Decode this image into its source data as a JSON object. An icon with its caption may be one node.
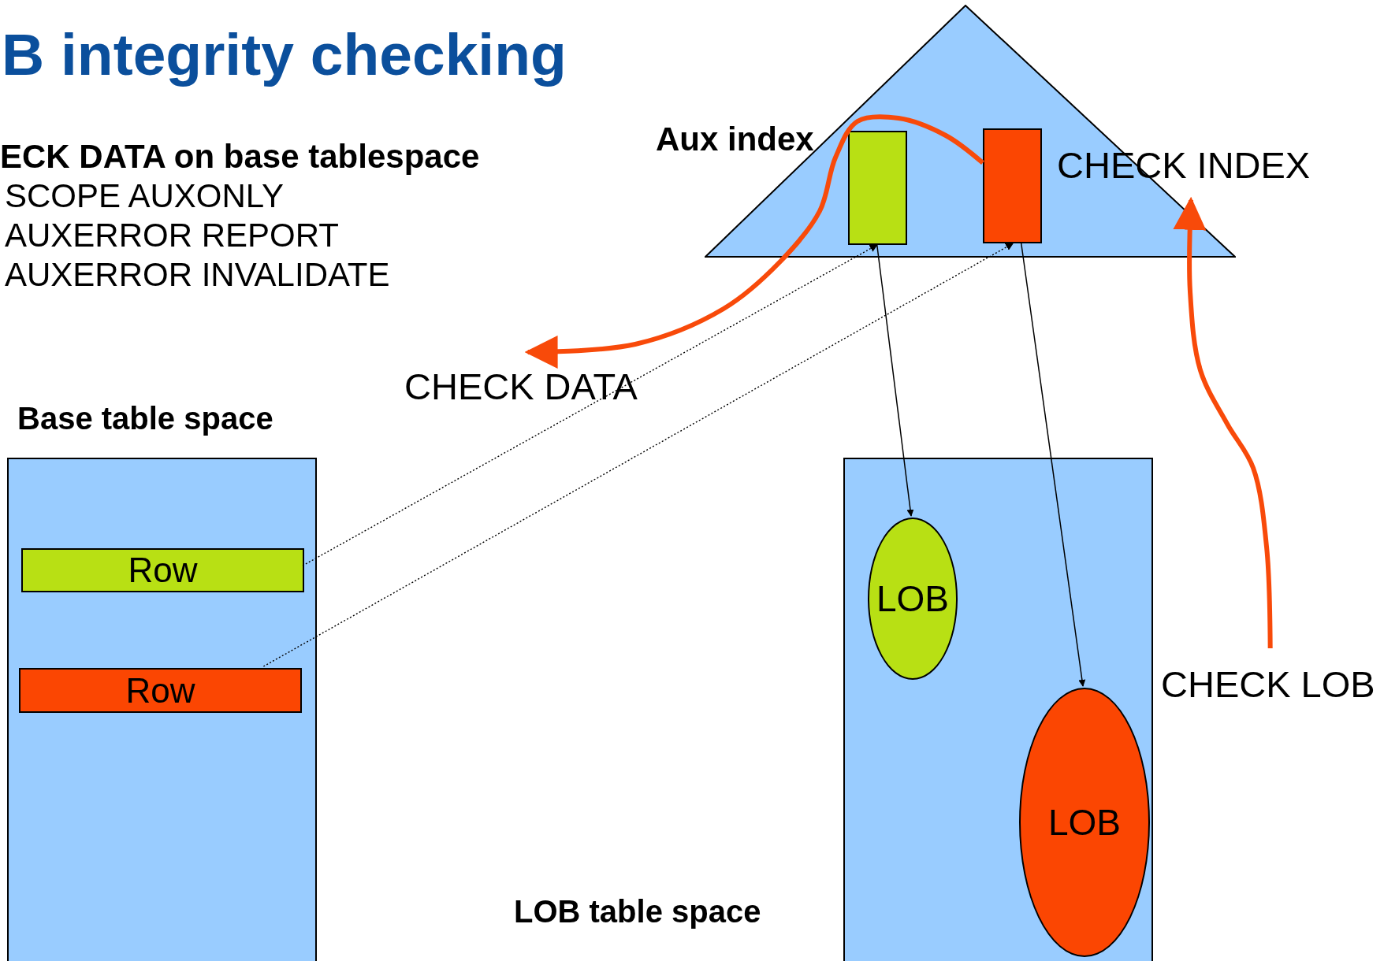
{
  "diagram": {
    "title": "B integrity checking",
    "nodes": [
      {
        "text": [
          "Aux index"
        ]
      },
      {
        "text": [],
        "shape": "box",
        "in": 0
      },
      {
        "text": [],
        "shape": "box",
        "in": 0
      },
      {
        "text": [
          "Base table space"
        ]
      },
      {
        "text": [
          "Row"
        ],
        "in": 3
      },
      {
        "text": [
          "Row"
        ],
        "in": 3
      },
      {
        "text": [
          "LOB table space"
        ]
      },
      {
        "text": [
          "LOB"
        ],
        "in": 6
      },
      {
        "text": [
          "LOB"
        ],
        "in": 6
      },
      {
        "text": [
          "CHECK DATA"
        ]
      },
      {
        "text": [
          "CHECK INDEX"
        ]
      },
      {
        "text": [
          "CHECK LOB"
        ]
      }
    ],
    "edges": [
      {
        "from": 4,
        "to": 1,
        "arrow": "to",
        "style": "dashed"
      },
      {
        "from": 5,
        "to": 2,
        "arrow": "to",
        "style": "dashed"
      },
      {
        "from": 1,
        "to": 7,
        "arrow": "to"
      },
      {
        "from": 2,
        "to": 8,
        "arrow": "to"
      },
      {
        "from": 2,
        "to": 9,
        "arrow": "to",
        "style": "thick",
        "color": "#f84a0a"
      },
      {
        "from": 11,
        "to": 10,
        "arrow": "to",
        "style": "thick",
        "color": "#f84a0a"
      }
    ],
    "labels": [
      "ECK DATA on base tablespace",
      "SCOPE AUXONLY",
      "AUXERROR REPORT",
      "AUXERROR INVALIDATE"
    ]
  }
}
